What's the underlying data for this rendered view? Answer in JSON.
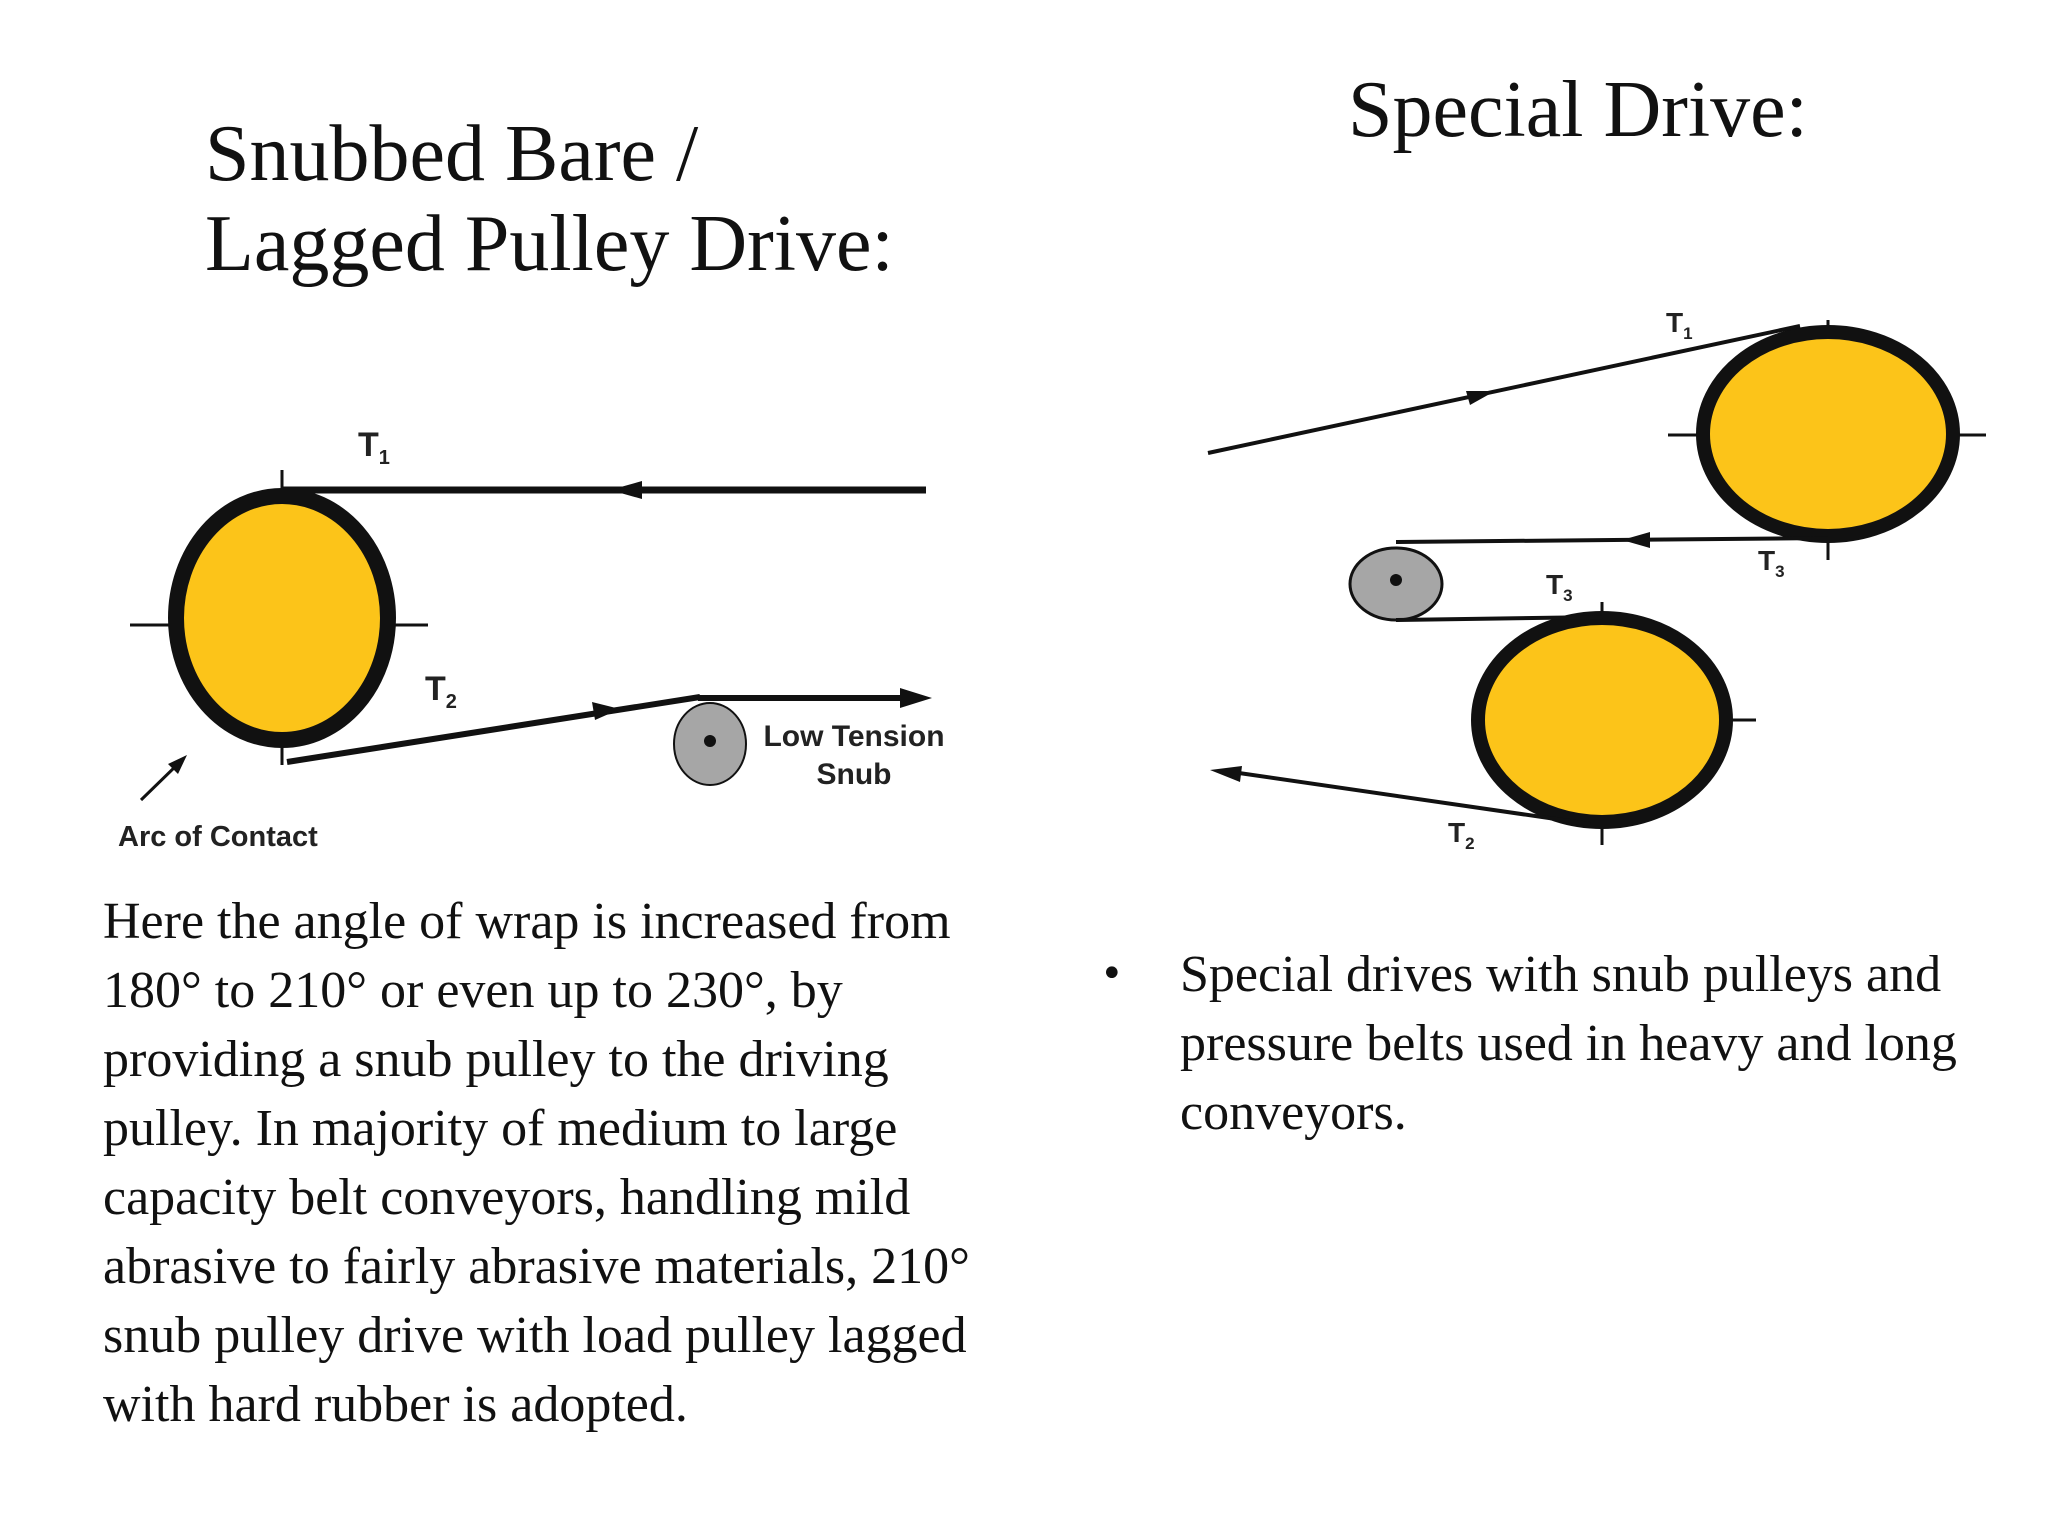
{
  "left": {
    "title_line1": "Snubbed Bare /",
    "title_line2": "Lagged Pulley Drive:",
    "diagram": {
      "t1": "T",
      "t1_sub": "1",
      "t2": "T",
      "t2_sub": "2",
      "snub_label_line1": "Low Tension",
      "snub_label_line2": "Snub",
      "arc_label": "Arc of Contact",
      "pulley_color": "#FCC419",
      "snub_color": "#A6A6A6",
      "belt_color": "#111111"
    },
    "paragraph": "Here the angle of wrap is increased from 180° to 210° or even up to 230°, by providing a snub pulley to the driving pulley. In majority of medium to large capacity belt conveyors, handling mild abrasive to fairly abrasive materials, 210° snub pulley drive with load pulley lagged with hard rubber is adopted."
  },
  "right": {
    "title": "Special Drive:",
    "diagram": {
      "t1": "T",
      "t1_sub": "1",
      "t3a": "T",
      "t3a_sub": "3",
      "t3b": "T",
      "t3b_sub": "3",
      "t2": "T",
      "t2_sub": "2",
      "pulley_color": "#FCC419",
      "snub_color": "#A6A6A6"
    },
    "bullet_symbol": "•",
    "bullet": "Special drives with snub pulleys and pressure belts used in heavy and long conveyors."
  }
}
